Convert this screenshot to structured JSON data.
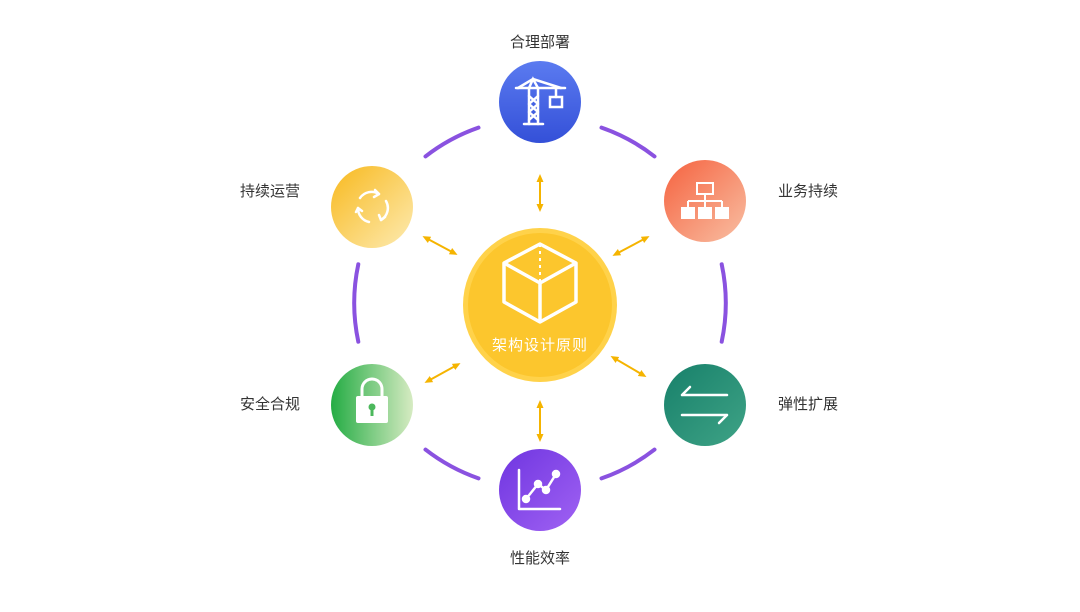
{
  "center": {
    "label": "架构设计原则",
    "icon": "cube-icon",
    "color": "#FCC62D"
  },
  "nodes": [
    {
      "id": "top",
      "label": "合理部署",
      "icon": "crane-icon",
      "color_from": "#5B7BF0",
      "color_to": "#3450D8"
    },
    {
      "id": "upper-right",
      "label": "业务持续",
      "icon": "org-chart-icon",
      "color_from": "#F66A4B",
      "color_to": "#F7B69A"
    },
    {
      "id": "lower-right",
      "label": "弹性扩展",
      "icon": "swap-arrows-icon",
      "color_from": "#1C8C73",
      "color_to": "#3E9D82"
    },
    {
      "id": "bottom",
      "label": "性能效率",
      "icon": "line-chart-icon",
      "color_from": "#7B3FE4",
      "color_to": "#9D5AF2"
    },
    {
      "id": "lower-left",
      "label": "安全合规",
      "icon": "lock-icon",
      "color_from": "#2EB24A",
      "color_to": "#CFE8B6"
    },
    {
      "id": "upper-left",
      "label": "持续运营",
      "icon": "refresh-cycle-icon",
      "color_from": "#F9BE2A",
      "color_to": "#FDE7A6"
    }
  ],
  "colors": {
    "ring": "#8A52E0",
    "arrow": "#F5B400",
    "text": "#333333"
  }
}
